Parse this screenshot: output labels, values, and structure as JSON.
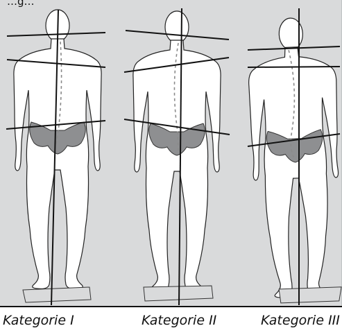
{
  "top_text_fragment": "…g…",
  "figures": [
    {
      "caption": "Kategorie I"
    },
    {
      "caption": "Kategorie II"
    },
    {
      "caption": "Kategorie III"
    }
  ],
  "colors": {
    "background": "#d9dadb",
    "body_fill": "#ffffff",
    "pelvis_fill": "#8e8f91",
    "line": "#111111",
    "spine_dash": "#8a8a8a"
  }
}
